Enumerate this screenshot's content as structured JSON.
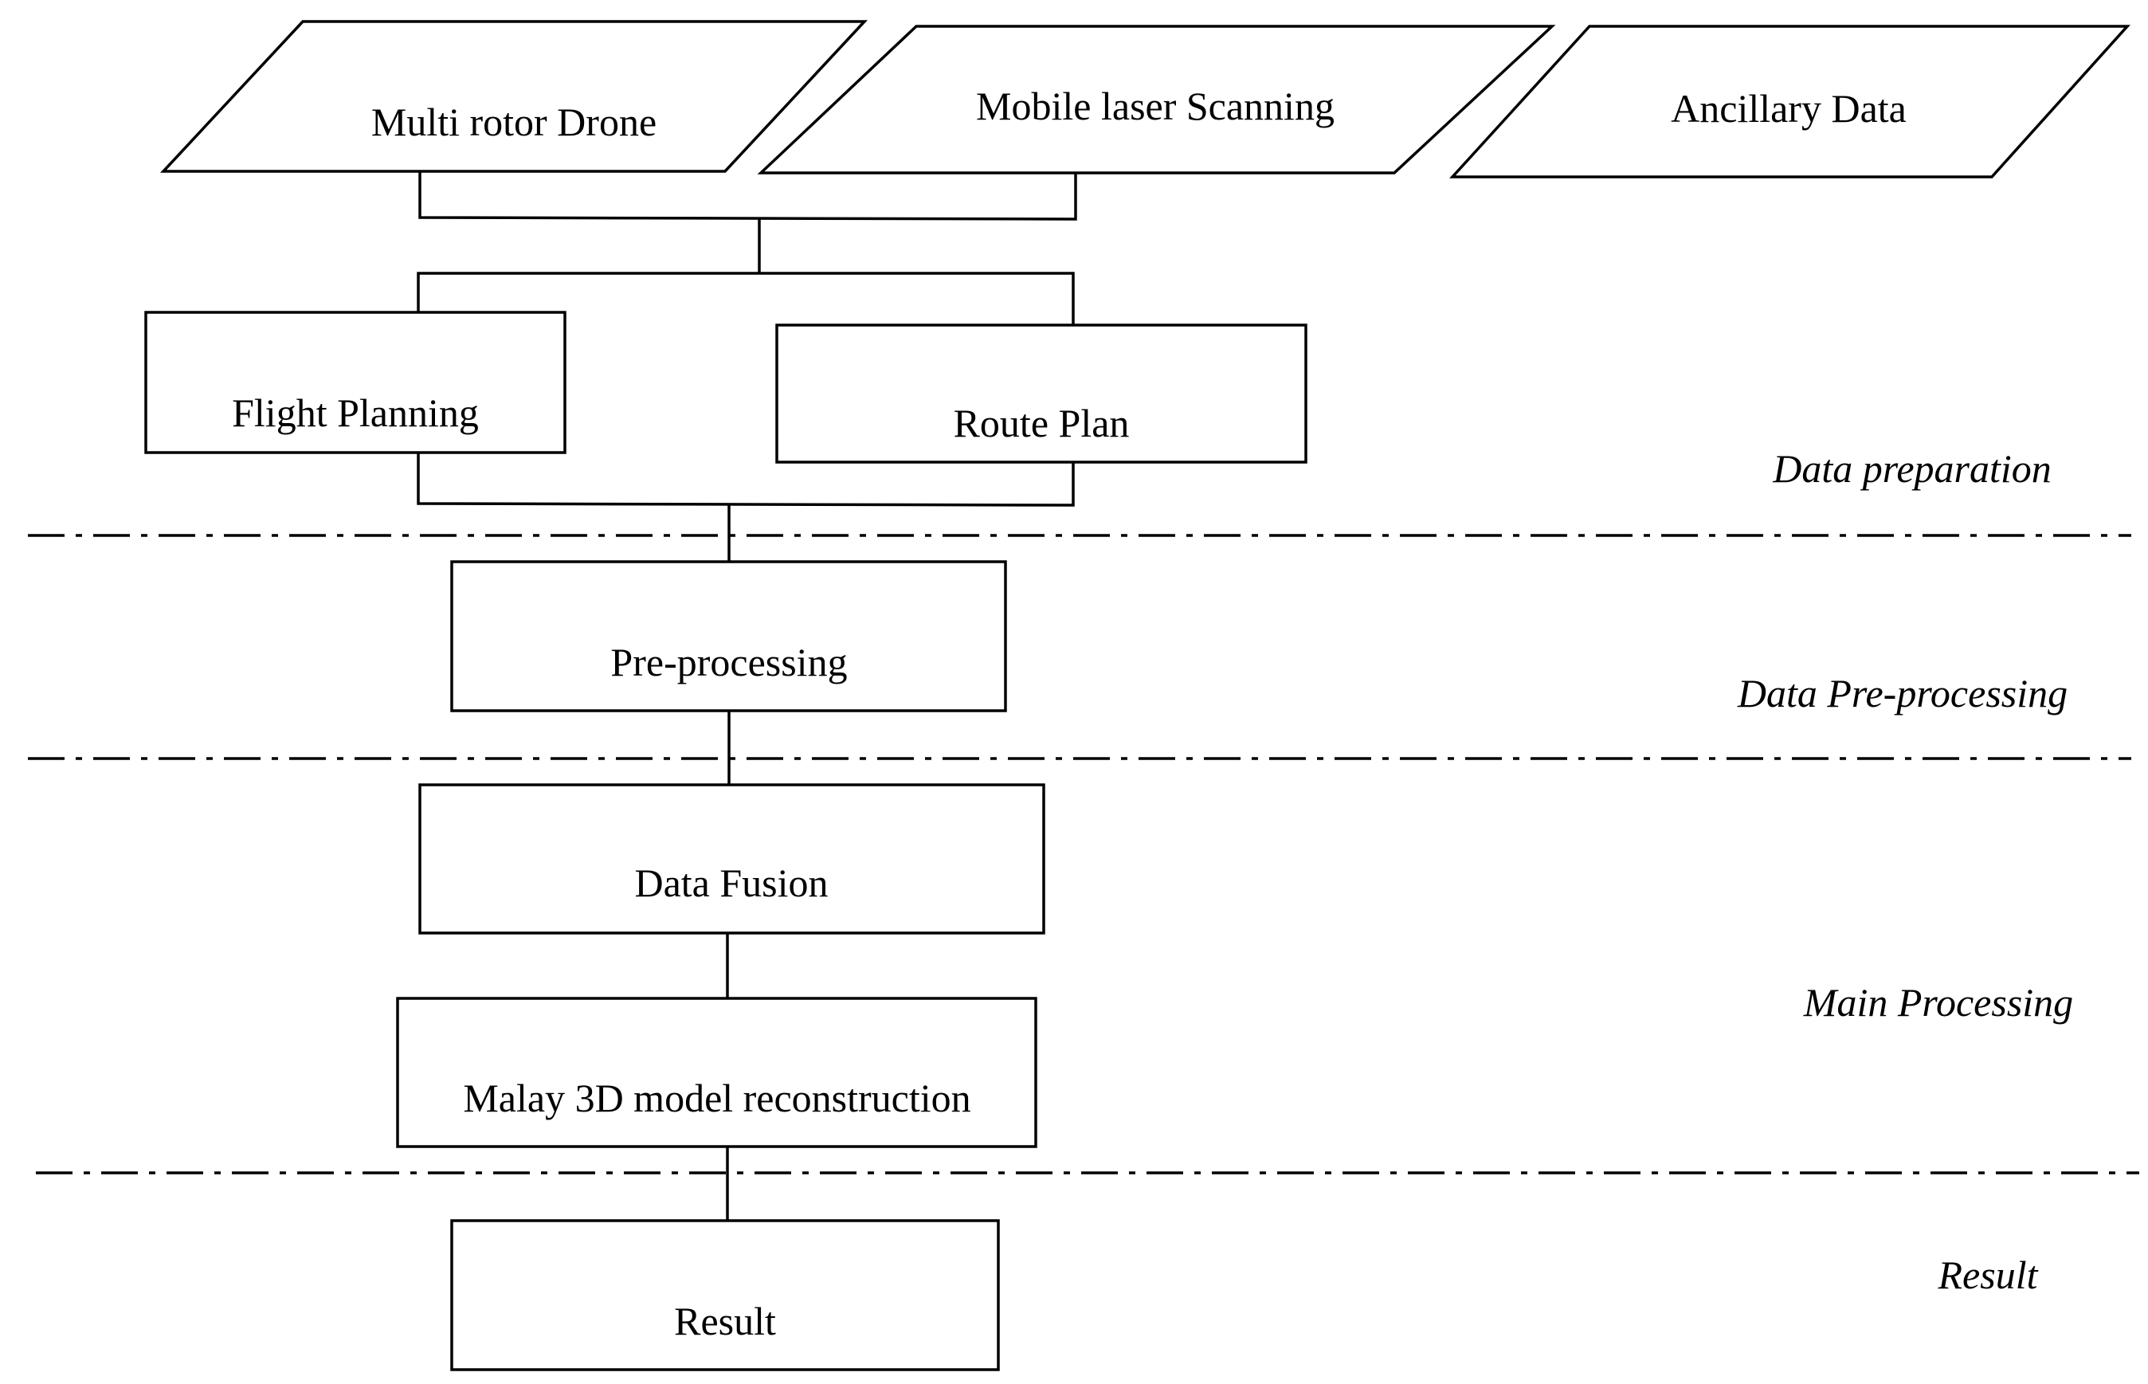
{
  "inputs": {
    "drone": "Multi rotor Drone",
    "mls": "Mobile laser Scanning",
    "ancillary": "Ancillary Data"
  },
  "process": {
    "flight_planning": "Flight Planning",
    "route_plan": "Route Plan",
    "pre_processing": "Pre-processing",
    "data_fusion": "Data Fusion",
    "reconstruction": "Malay 3D model reconstruction",
    "result": "Result"
  },
  "stages": {
    "data_preparation": "Data preparation",
    "data_pre_processing": "Data Pre-processing",
    "main_processing": "Main Processing",
    "result": "Result"
  },
  "colors": {
    "stroke": "#000000",
    "background": "#ffffff"
  }
}
